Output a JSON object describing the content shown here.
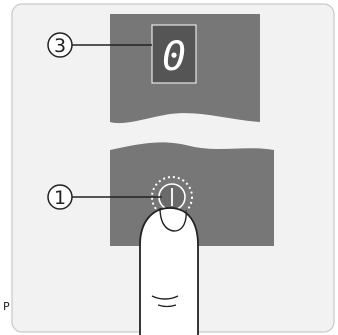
{
  "callouts": {
    "display": "3",
    "button": "1"
  },
  "display": {
    "digit": "0"
  },
  "edge_mark": "P",
  "colors": {
    "frame": "#f2f2f2",
    "frame_stroke": "#c9c9c9",
    "panel": "#777777",
    "panel_dark": "#6a6a6a",
    "display_bg": "#555555",
    "line": "#222222"
  },
  "icons": {
    "button": "power-button-icon",
    "finger": "pressing-finger-icon"
  }
}
